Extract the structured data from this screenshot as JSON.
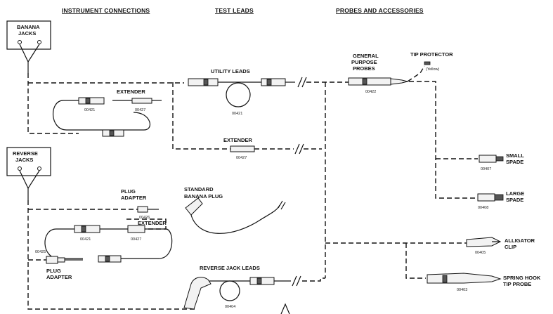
{
  "headers": {
    "instrument_connections": "INSTRUMENT CONNECTIONS",
    "test_leads": "TEST LEADS",
    "probes_accessories": "PROBES AND ACCESSORIES"
  },
  "instrument": {
    "banana_jacks": [
      "BANANA",
      "JACKS"
    ],
    "reverse_jacks": [
      "REVERSE",
      "JACKS"
    ]
  },
  "parts": {
    "extender_top": "EXTENDER",
    "pn_00421_a": "00421",
    "pn_00427_a": "00427",
    "utility_leads": "UTILITY LEADS",
    "pn_00421_b": "00421",
    "extender_mid": "EXTENDER",
    "pn_00427_b": "00427",
    "plug_adapter_top": [
      "PLUG",
      "ADAPTER"
    ],
    "pn_00426_a": "00426",
    "extender_bot": "EXTENDER",
    "standard_banana_plug": [
      "STANDARD",
      "BANANA PLUG"
    ],
    "pn_00421_c": "00421",
    "pn_00427_c": "00427",
    "pn_00425": "00425",
    "plug_adapter_bot": [
      "PLUG",
      "ADAPTER"
    ],
    "reverse_jack_leads": "REVERSE JACK LEADS",
    "pn_00404": "00404"
  },
  "probes": {
    "general_purpose": [
      "GENERAL",
      "PURPOSE",
      "PROBES"
    ],
    "pn_00422": "00422",
    "tip_protector": "TIP PROTECTOR",
    "tip_protector_note": "(Yellow)",
    "small_spade": [
      "SMALL",
      "SPADE"
    ],
    "pn_00407": "00407",
    "large_spade": [
      "LARGE",
      "SPADE"
    ],
    "pn_00408": "00408",
    "alligator_clip": [
      "ALLIGATOR",
      "CLIP"
    ],
    "pn_00405": "00405",
    "spring_hook": [
      "SPRING HOOK",
      "TIP PROBE"
    ],
    "pn_00403": "00403"
  }
}
